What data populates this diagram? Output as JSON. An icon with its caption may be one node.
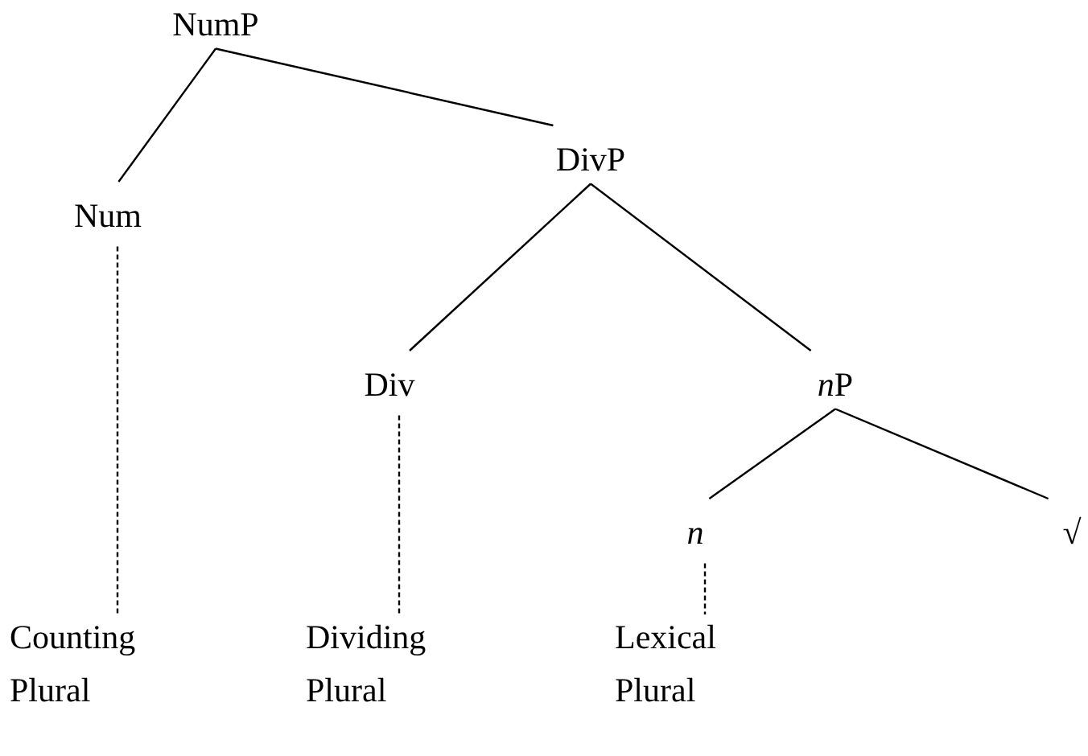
{
  "diagram": {
    "nodes": [
      {
        "text": [
          "NumP"
        ]
      },
      {
        "text": [
          "Num"
        ]
      },
      {
        "text": [
          "DivP"
        ]
      },
      {
        "text": [
          "Div"
        ]
      },
      {
        "text": [
          "nP"
        ]
      },
      {
        "text": [
          "n"
        ]
      },
      {
        "text": [
          "√"
        ]
      },
      {
        "text": [
          "Counting Plural"
        ]
      },
      {
        "text": [
          "Dividing Plural"
        ]
      },
      {
        "text": [
          "Lexical Plural"
        ]
      }
    ],
    "edges": [
      {
        "from": 0,
        "to": 1,
        "arrow": "none"
      },
      {
        "from": 0,
        "to": 2,
        "arrow": "none"
      },
      {
        "from": 2,
        "to": 3,
        "arrow": "none"
      },
      {
        "from": 2,
        "to": 4,
        "arrow": "none"
      },
      {
        "from": 4,
        "to": 5,
        "arrow": "none"
      },
      {
        "from": 4,
        "to": 6,
        "arrow": "none"
      },
      {
        "from": 1,
        "to": 7,
        "arrow": "none",
        "style": "dashed"
      },
      {
        "from": 3,
        "to": 8,
        "arrow": "none",
        "style": "dashed"
      },
      {
        "from": 5,
        "to": 9,
        "arrow": "none",
        "style": "dashed"
      }
    ]
  }
}
